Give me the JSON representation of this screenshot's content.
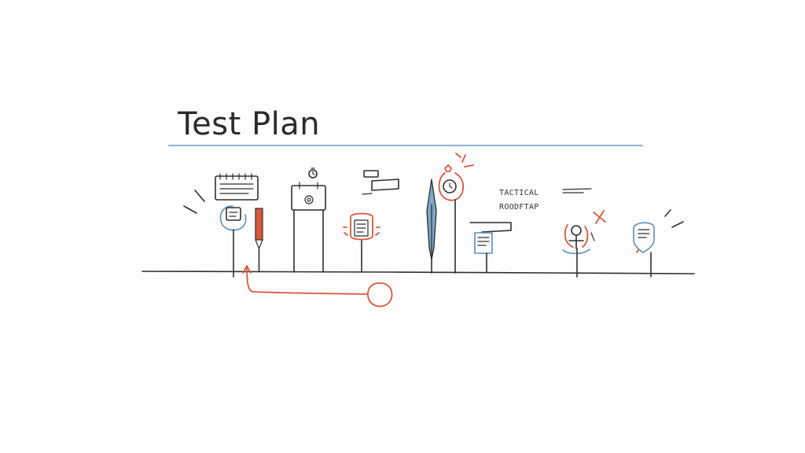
{
  "title": "Test Plan",
  "notes": {
    "line1": "TACTICAL",
    "line2": "ROODFTAP"
  },
  "colors": {
    "ink": "#2f2f2f",
    "accent_orange": "#d9573d",
    "accent_blue": "#5a8fb8",
    "title_rule": "#8fb3d6",
    "background": "#fdfdfd"
  },
  "icons": [
    "calendar-icon",
    "chat-bubble-icon",
    "pencil-icon",
    "alarm-clock-icon",
    "mail-board-icon",
    "signpost-icon",
    "document-badge-icon",
    "pen-nib-icon",
    "stopwatch-icon",
    "document-arrow-icon",
    "person-target-icon",
    "shield-document-icon",
    "target-circle-icon",
    "return-arrow-icon"
  ]
}
